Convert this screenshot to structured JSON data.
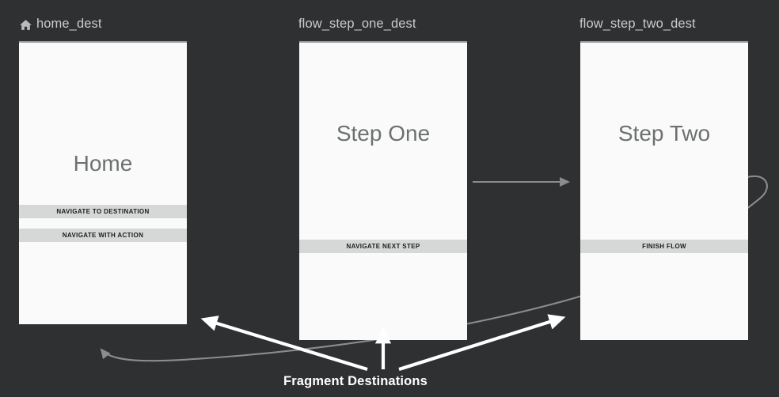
{
  "theme": {
    "background": "#2e3032",
    "screen_bg": "#fafafa",
    "label_color": "#c9cbcc",
    "title_color": "#6d7071",
    "button_bg": "#d6d7d7",
    "button_text": "#1b1c1d",
    "nav_edge_color": "#8a8d8e",
    "callout_color": "#ffffff"
  },
  "destinations": [
    {
      "id": "home_dest",
      "label": "home_dest",
      "icon": "home-icon",
      "is_start": true,
      "screen_title": "Home",
      "buttons": [
        {
          "label": "NAVIGATE TO DESTINATION"
        },
        {
          "label": "NAVIGATE WITH ACTION"
        }
      ]
    },
    {
      "id": "flow_step_one_dest",
      "label": "flow_step_one_dest",
      "icon": null,
      "is_start": false,
      "screen_title": "Step One",
      "buttons": [
        {
          "label": "NAVIGATE NEXT STEP"
        }
      ]
    },
    {
      "id": "flow_step_two_dest",
      "label": "flow_step_two_dest",
      "icon": null,
      "is_start": false,
      "screen_title": "Step Two",
      "buttons": [
        {
          "label": "FINISH FLOW"
        }
      ]
    }
  ],
  "caption": {
    "text": "Fragment Destinations"
  }
}
